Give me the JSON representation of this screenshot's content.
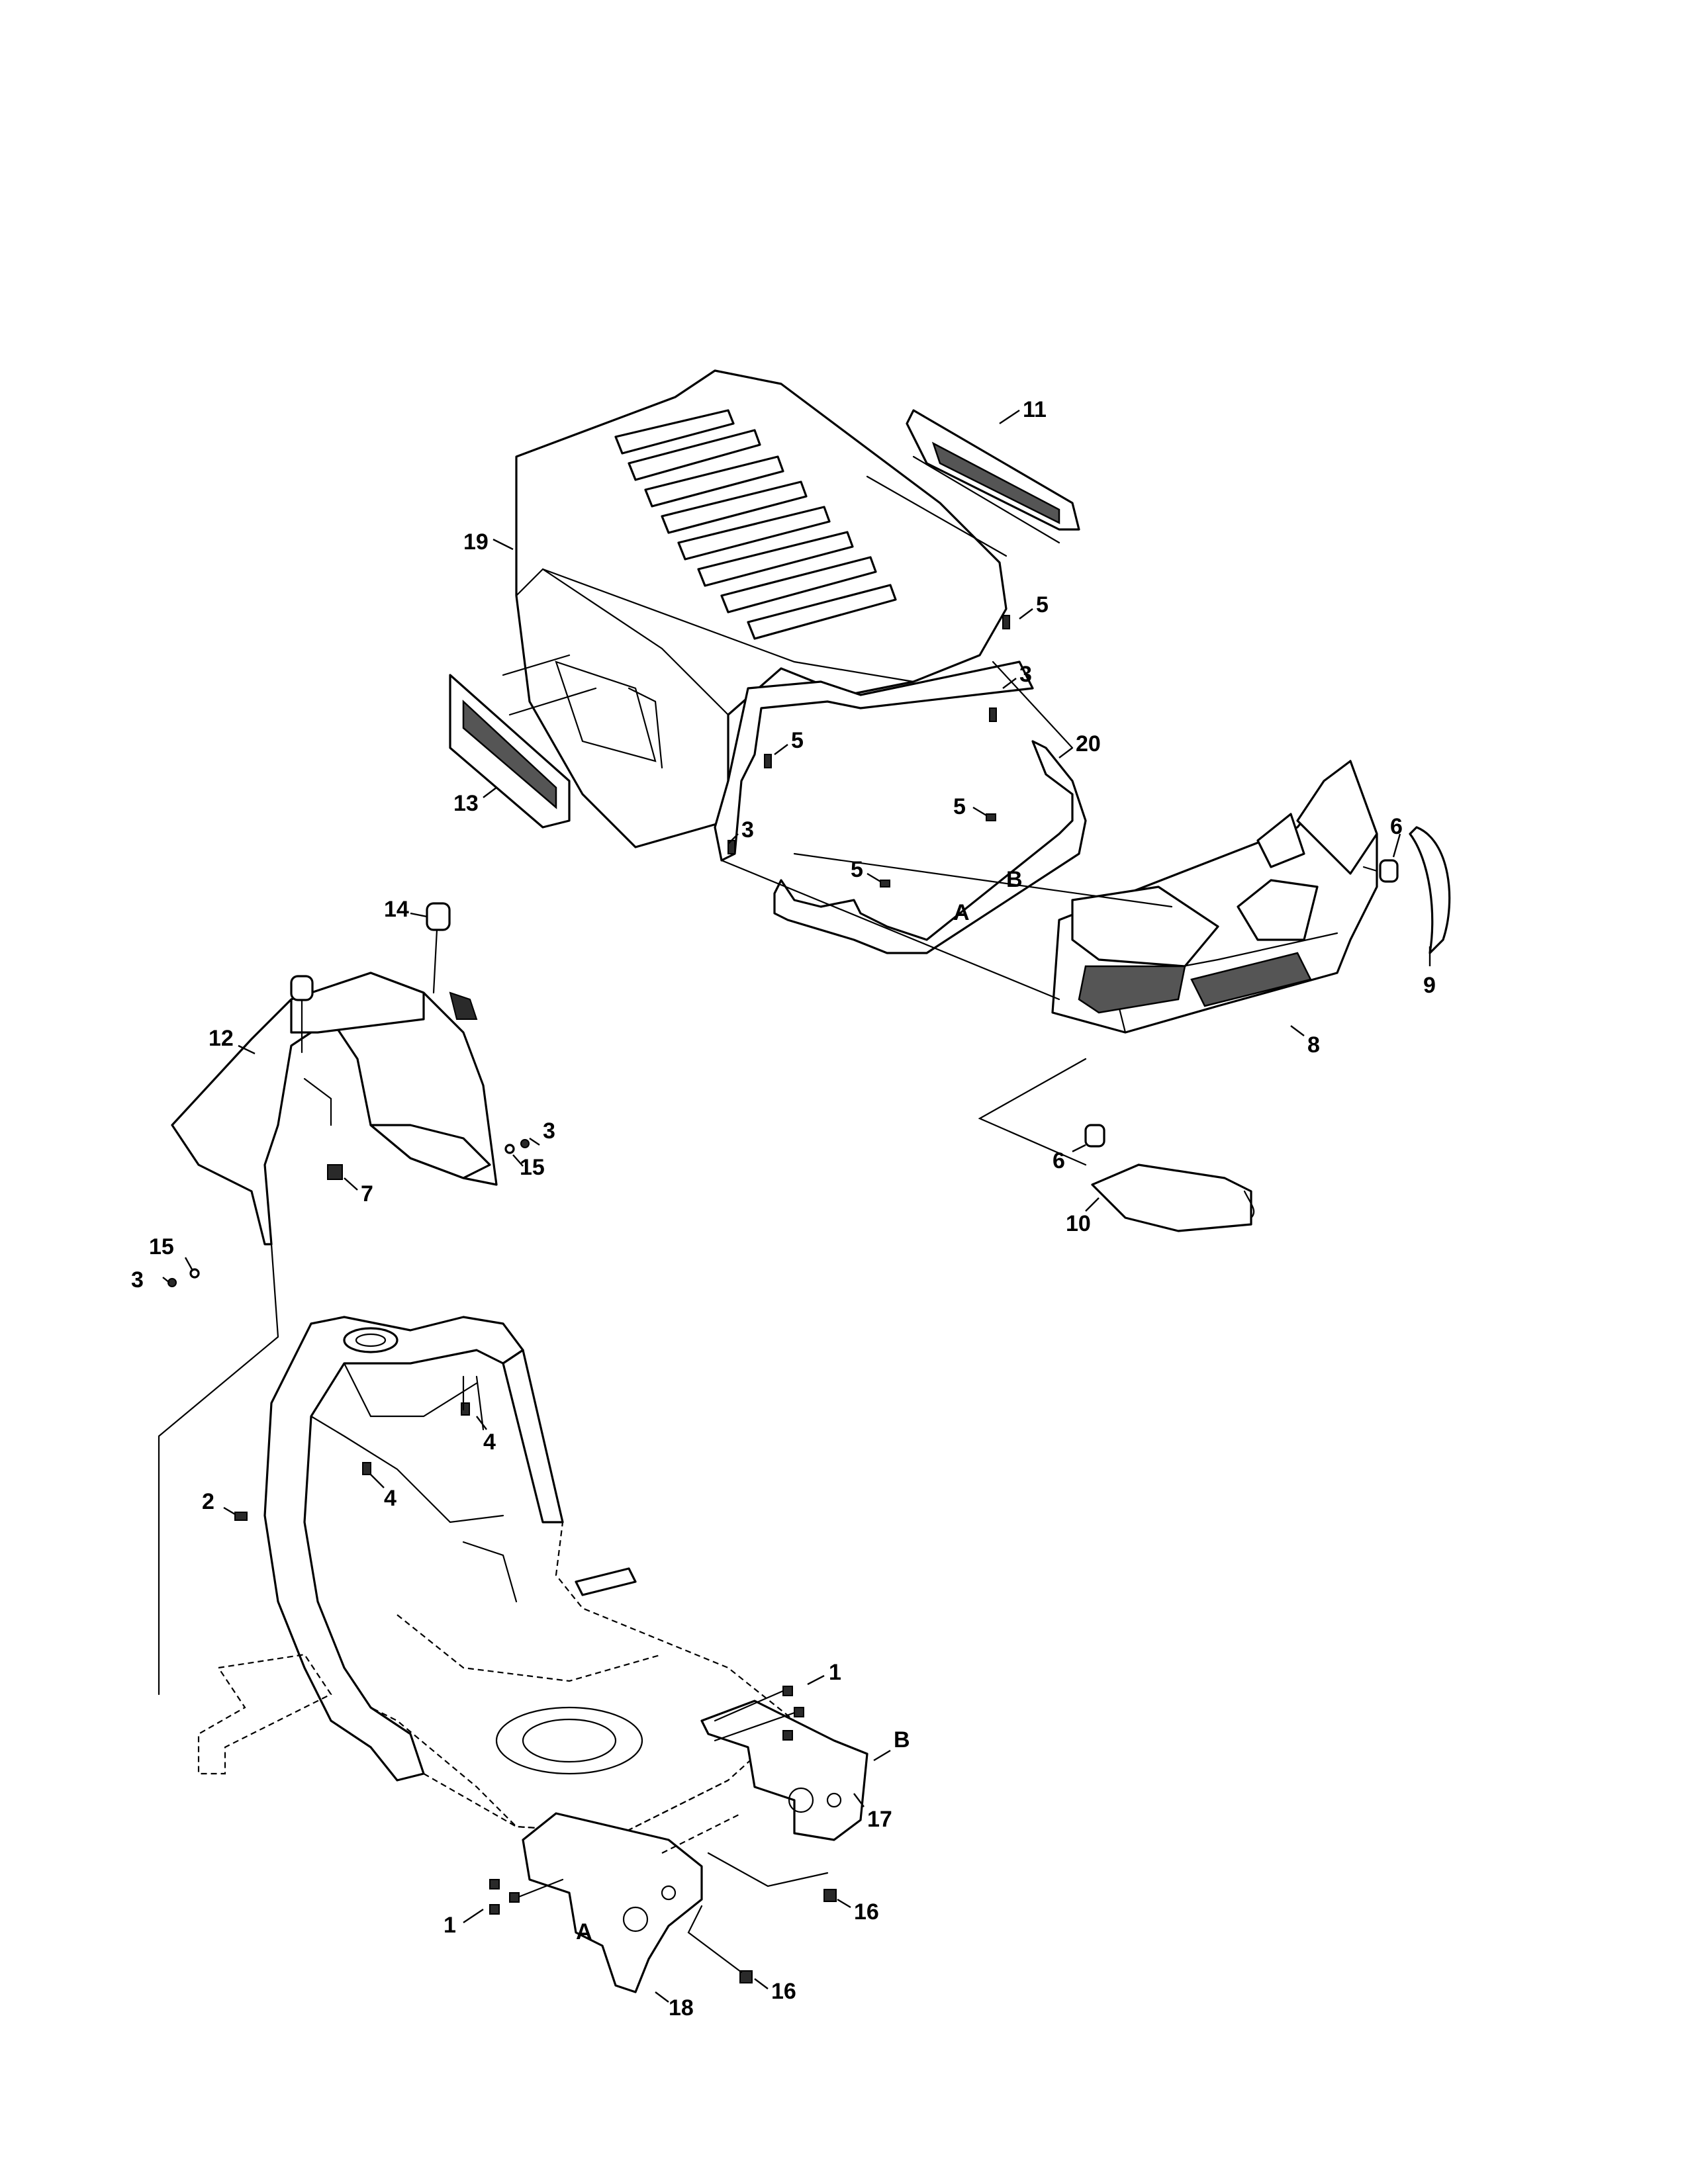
{
  "callouts": [
    {
      "key": "c11",
      "label": "11"
    },
    {
      "key": "c19",
      "label": "19"
    },
    {
      "key": "c5a",
      "label": "5"
    },
    {
      "key": "c3a",
      "label": "3"
    },
    {
      "key": "c20",
      "label": "20"
    },
    {
      "key": "c5b",
      "label": "5"
    },
    {
      "key": "c13",
      "label": "13"
    },
    {
      "key": "c3b",
      "label": "3"
    },
    {
      "key": "c5c",
      "label": "5"
    },
    {
      "key": "cB1",
      "label": "B"
    },
    {
      "key": "c5d",
      "label": "5"
    },
    {
      "key": "cA1",
      "label": "A"
    },
    {
      "key": "c6a",
      "label": "6"
    },
    {
      "key": "c9",
      "label": "9"
    },
    {
      "key": "c8",
      "label": "8"
    },
    {
      "key": "c6b",
      "label": "6"
    },
    {
      "key": "c10",
      "label": "10"
    },
    {
      "key": "c14",
      "label": "14"
    },
    {
      "key": "c12",
      "label": "12"
    },
    {
      "key": "c3c",
      "label": "3"
    },
    {
      "key": "c15a",
      "label": "15"
    },
    {
      "key": "c7",
      "label": "7"
    },
    {
      "key": "c15b",
      "label": "15"
    },
    {
      "key": "c3d",
      "label": "3"
    },
    {
      "key": "c4a",
      "label": "4"
    },
    {
      "key": "c4b",
      "label": "4"
    },
    {
      "key": "c2",
      "label": "2"
    },
    {
      "key": "c1a",
      "label": "1"
    },
    {
      "key": "cB2",
      "label": "B"
    },
    {
      "key": "c17",
      "label": "17"
    },
    {
      "key": "c16a",
      "label": "16"
    },
    {
      "key": "c1b",
      "label": "1"
    },
    {
      "key": "cA2",
      "label": "A"
    },
    {
      "key": "c18",
      "label": "18"
    },
    {
      "key": "c16b",
      "label": "16"
    }
  ]
}
